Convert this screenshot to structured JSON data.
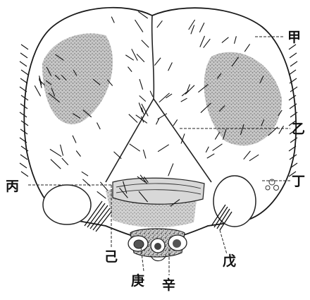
{
  "labels": {
    "jia": "甲",
    "yi": "乙",
    "bing": "丙",
    "ding": "丁",
    "wu": "戊",
    "ji": "己",
    "geng": "庚",
    "xin": "辛"
  },
  "colors": {
    "ink": "#1a1a1a",
    "stipple": "#3a3a3a",
    "background": "#ffffff"
  }
}
